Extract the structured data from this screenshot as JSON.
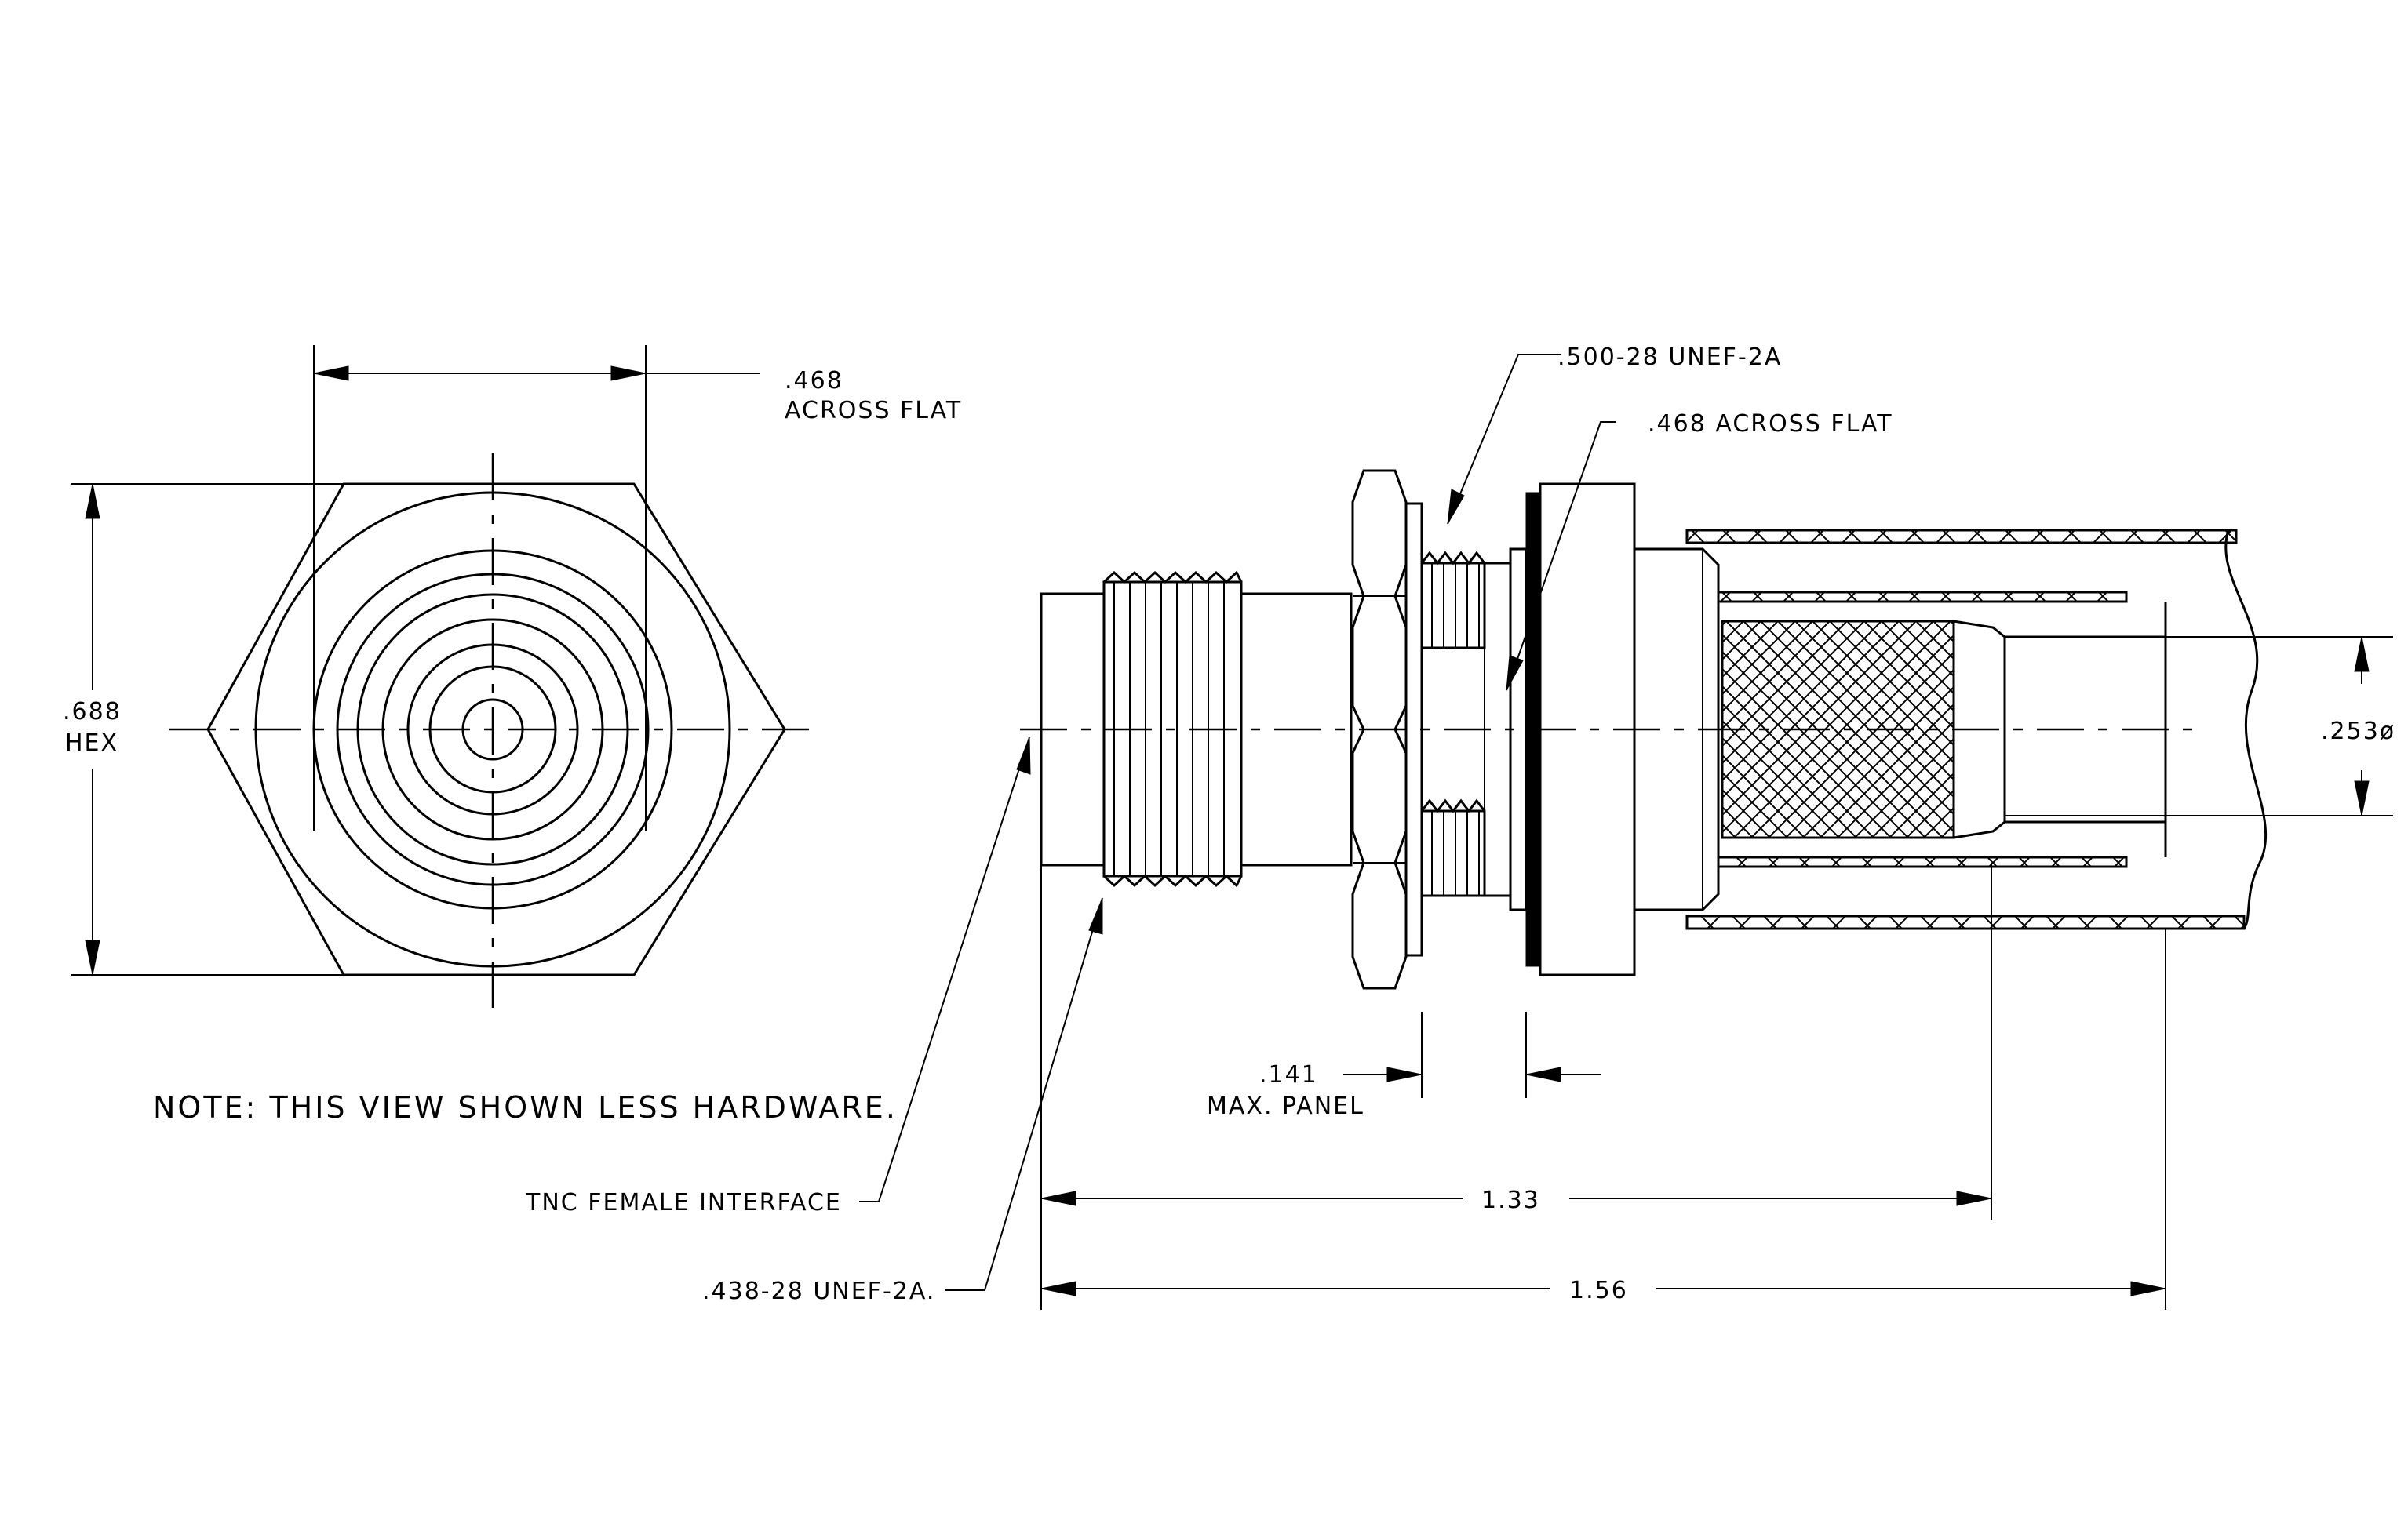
{
  "labels": {
    "end_across_flat_value": ".468",
    "end_across_flat_text": "ACROSS FLAT",
    "hex_value": ".688",
    "hex_text": "HEX",
    "note": "NOTE: THIS VIEW SHOWN LESS HARDWARE.",
    "thread_500": ".500-28 UNEF-2A",
    "side_across_flat": ".468 ACROSS FLAT",
    "cable_dia": ".253ø",
    "panel_value": ".141",
    "panel_text": "MAX. PANEL",
    "tnc_interface": "TNC FEMALE INTERFACE",
    "len_133": "1.33",
    "len_156": "1.56",
    "thread_438": ".438-28 UNEF-2A."
  },
  "colors": {
    "ink": "#000000",
    "paper": "#ffffff"
  }
}
